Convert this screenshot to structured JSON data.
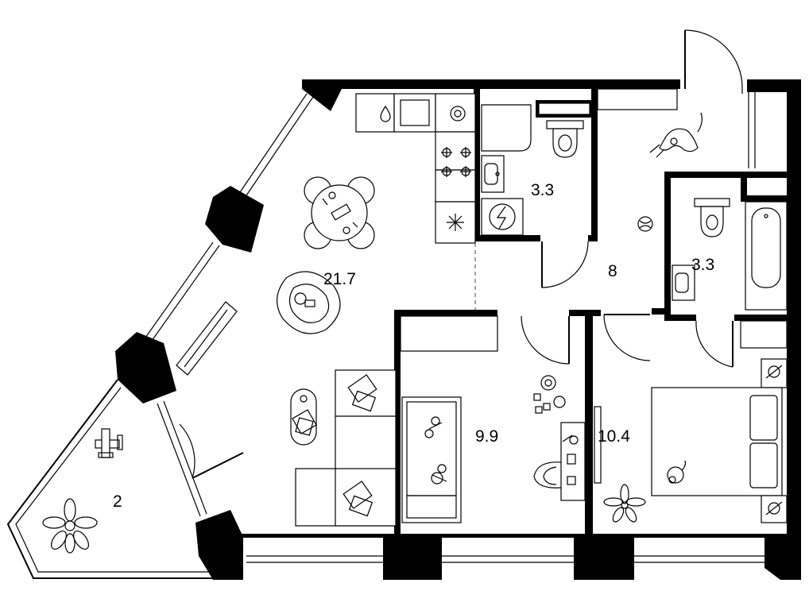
{
  "plan": {
    "rooms": [
      {
        "id": "kitchen-living",
        "area": "21.7"
      },
      {
        "id": "bathroom-1",
        "area": "3.3"
      },
      {
        "id": "hallway",
        "area": "8"
      },
      {
        "id": "bathroom-2",
        "area": "3.3"
      },
      {
        "id": "bedroom-1",
        "area": "9.9"
      },
      {
        "id": "bedroom-2",
        "area": "10.4"
      },
      {
        "id": "balcony",
        "area": "2"
      }
    ]
  }
}
